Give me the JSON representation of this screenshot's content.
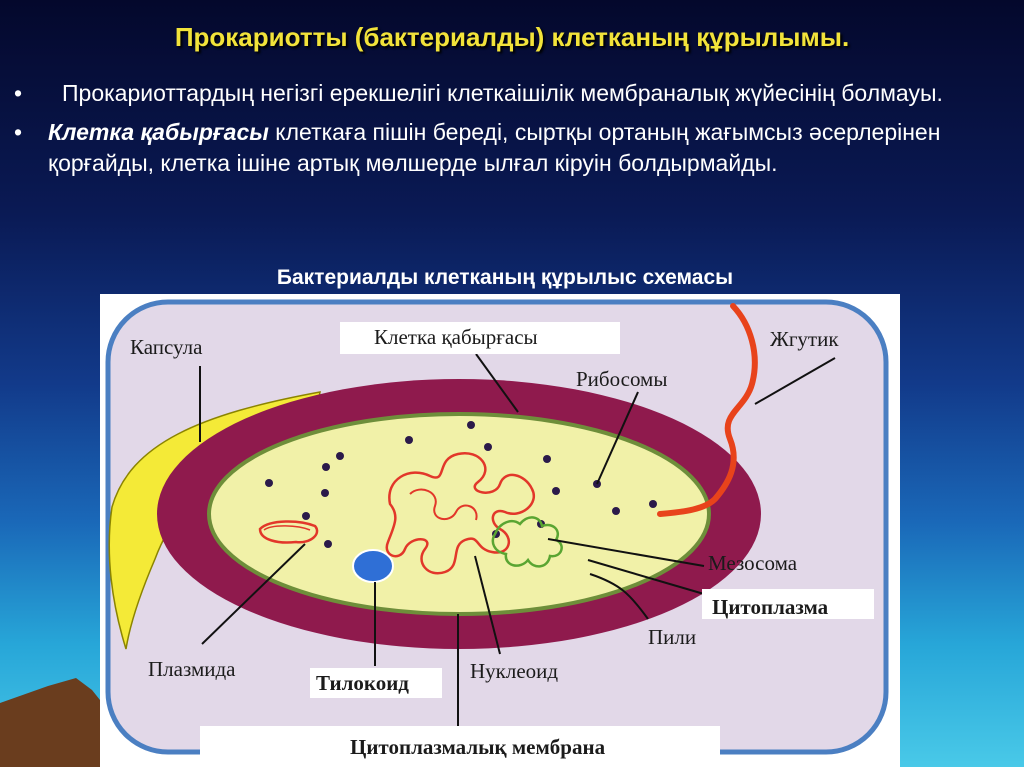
{
  "title": "Прокариотты (бактериалды) клетканың құрылымы.",
  "bullets": [
    {
      "marker": "•",
      "text": "Прокариоттардың негізгі ерекшелігі клеткаішілік мембраналық жүйесінің болмауы."
    },
    {
      "marker": "•",
      "bold": "Клетка қабырғасы",
      "text": " клеткаға пішін береді,  сыртқы ортаның жағымсыз әсерлерінен қорғайды,  клетка ішіне артық мөлшерде ылғал кіруін болдырмайды."
    }
  ],
  "subtitle": "Бактериалды  клетканың құрылыс схемасы",
  "diagram": {
    "labels": {
      "capsule": "Капсула",
      "cell_wall": "Клетка қабырғасы",
      "ribosomes": "Рибосомы",
      "flagellum": "Жгутик",
      "mesosome": "Мезосома",
      "cytoplasm": "Цитоплазма",
      "pili": "Пили",
      "plasmid": "Плазмида",
      "thylakoid": "Тилокоид",
      "nucleoid": "Нуклеоид",
      "cytoplasmic_membrane": "Цитоплазмалық мембрана"
    }
  },
  "colors": {
    "title": "#f2e33a",
    "capsule": "#f4ea37",
    "cell_wall": "#8f1a4d",
    "cytoplasm": "#f1f1a8",
    "dna": "#e2372a",
    "mesosome": "#5aa532",
    "flagellum": "#e8431b",
    "thylakoid": "#2f6fd6"
  }
}
